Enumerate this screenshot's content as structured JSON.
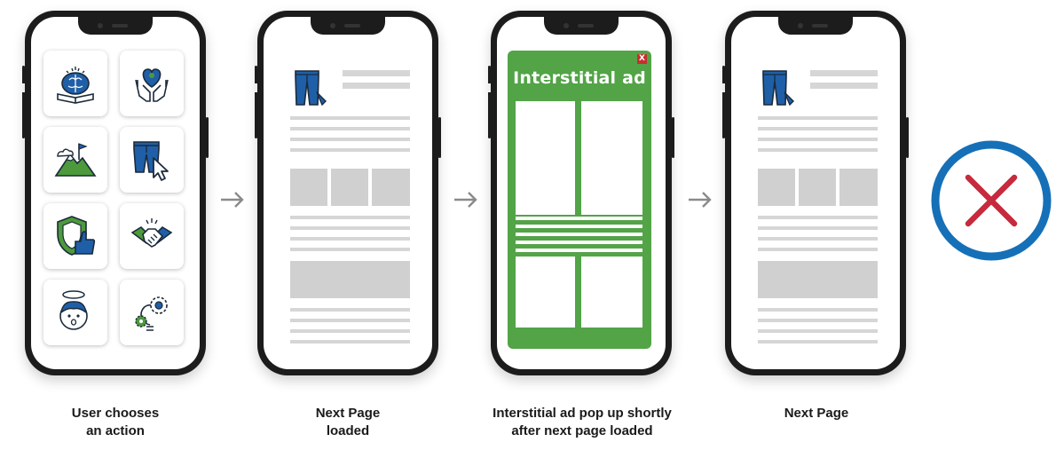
{
  "steps": [
    {
      "caption_line1": "User chooses",
      "caption_line2": "an action"
    },
    {
      "caption_line1": "Next Page",
      "caption_line2": "loaded"
    },
    {
      "caption_line1": "Interstitial ad pop up shortly",
      "caption_line2": "after next page loaded"
    },
    {
      "caption_line1": "Next Page",
      "caption_line2": ""
    }
  ],
  "ad": {
    "title": "Interstitial ad",
    "close_label": "X"
  },
  "icons": [
    "brain-book-icon",
    "heart-hands-icon",
    "mountain-flag-icon",
    "jeans-cursor-icon",
    "shield-thumbs-up-icon",
    "handshake-icon",
    "child-face-icon",
    "gear-bulb-icon"
  ],
  "colors": {
    "ad_green": "#52a447",
    "icon_blue": "#1f5fa8",
    "icon_green": "#4c9a3c",
    "no_sign_blue": "#1570b8",
    "no_sign_red": "#c72a3c",
    "arrow_gray": "#8a8a8a"
  },
  "result_icon": "no-sign-icon"
}
